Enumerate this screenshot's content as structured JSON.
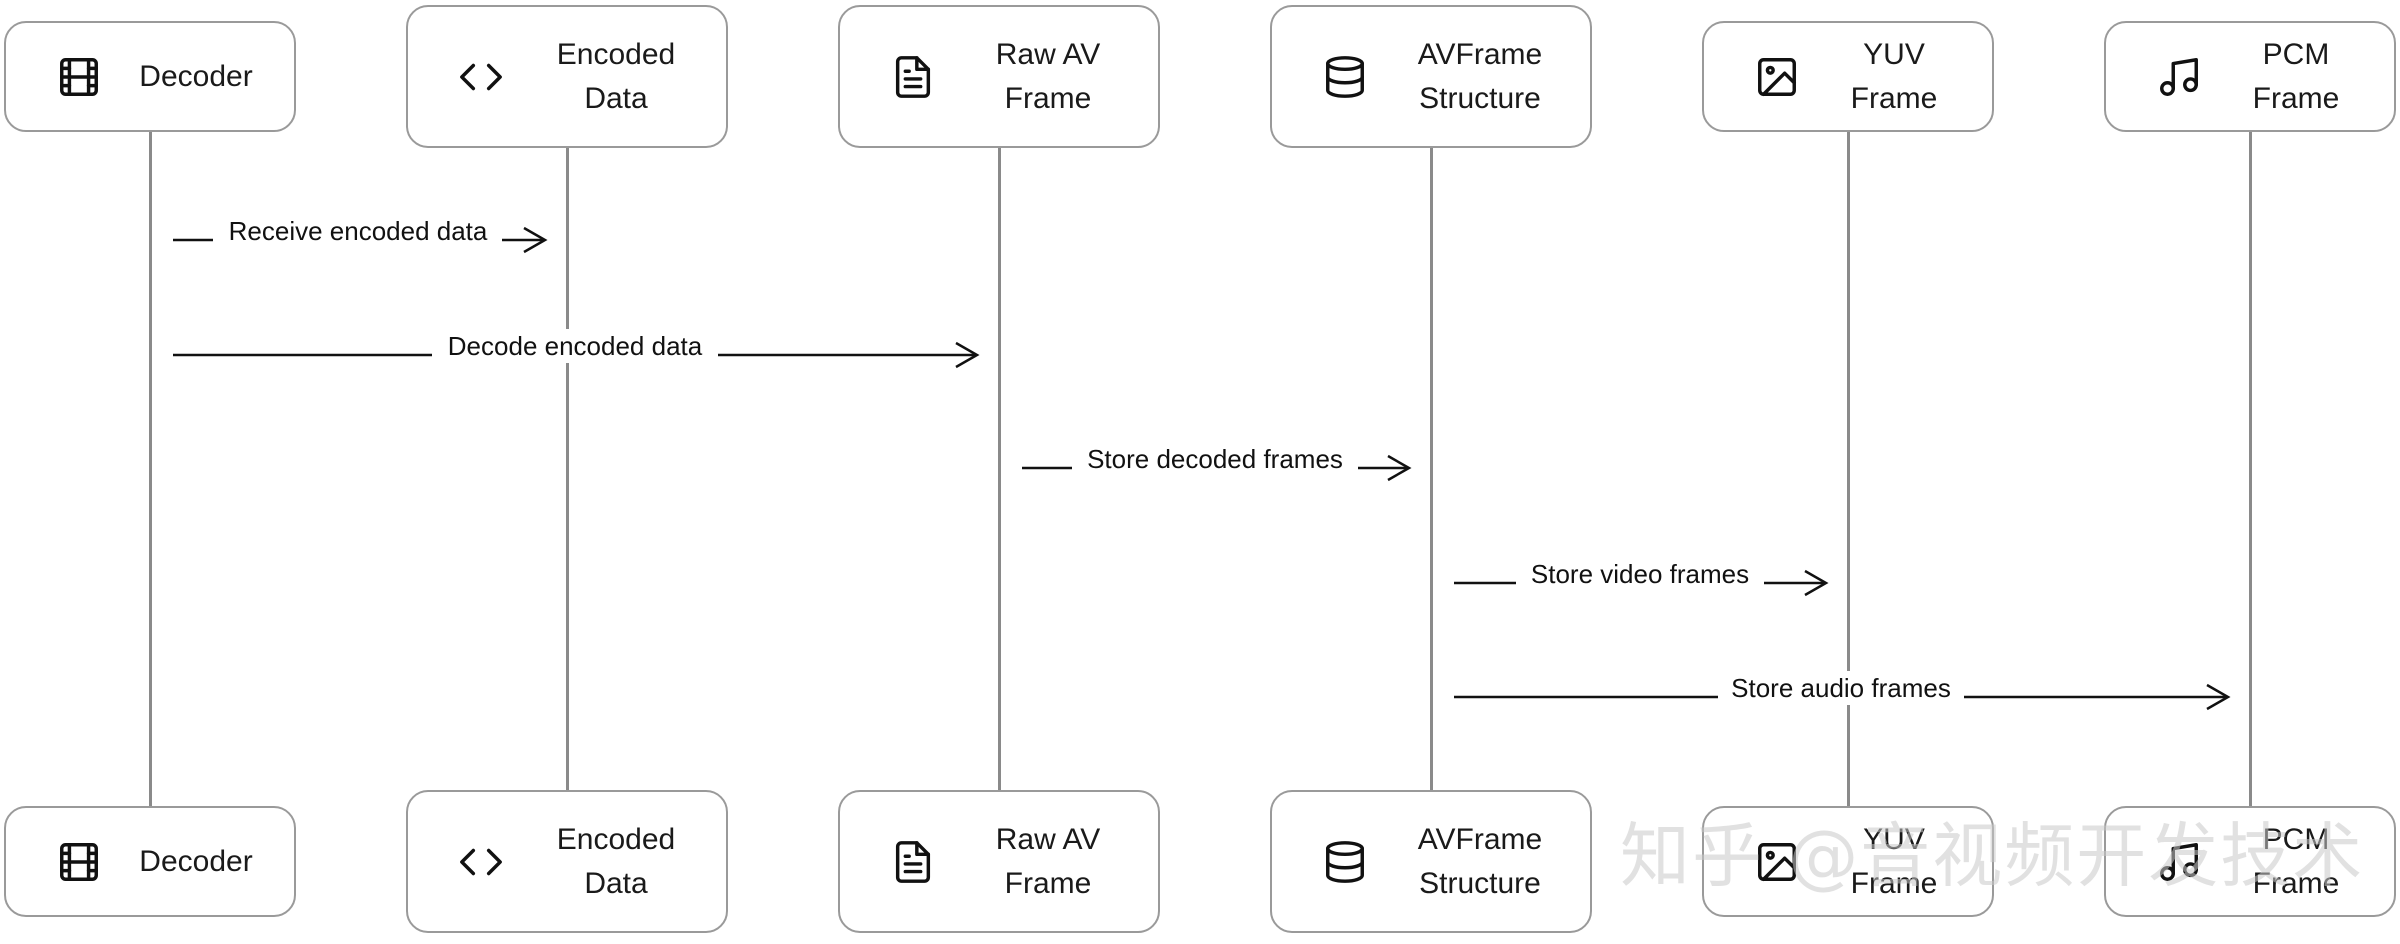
{
  "participants": [
    {
      "id": "decoder",
      "label": "Decoder",
      "icon": "film-icon"
    },
    {
      "id": "encoded",
      "label": "Encoded Data",
      "icon": "code-icon"
    },
    {
      "id": "raw",
      "label": "Raw AV Frame",
      "icon": "file-text-icon"
    },
    {
      "id": "avframe",
      "label": "AVFrame Structure",
      "icon": "database-icon"
    },
    {
      "id": "yuv",
      "label": "YUV Frame",
      "icon": "image-icon"
    },
    {
      "id": "pcm",
      "label": "PCM Frame",
      "icon": "music-icon"
    }
  ],
  "messages": [
    {
      "from": "decoder",
      "to": "encoded",
      "label": "Receive encoded data"
    },
    {
      "from": "decoder",
      "to": "raw",
      "label": "Decode encoded data"
    },
    {
      "from": "raw",
      "to": "avframe",
      "label": "Store decoded frames"
    },
    {
      "from": "avframe",
      "to": "yuv",
      "label": "Store video frames"
    },
    {
      "from": "avframe",
      "to": "pcm",
      "label": "Store audio frames"
    }
  ],
  "watermark": "知乎 @音视频开发技术"
}
